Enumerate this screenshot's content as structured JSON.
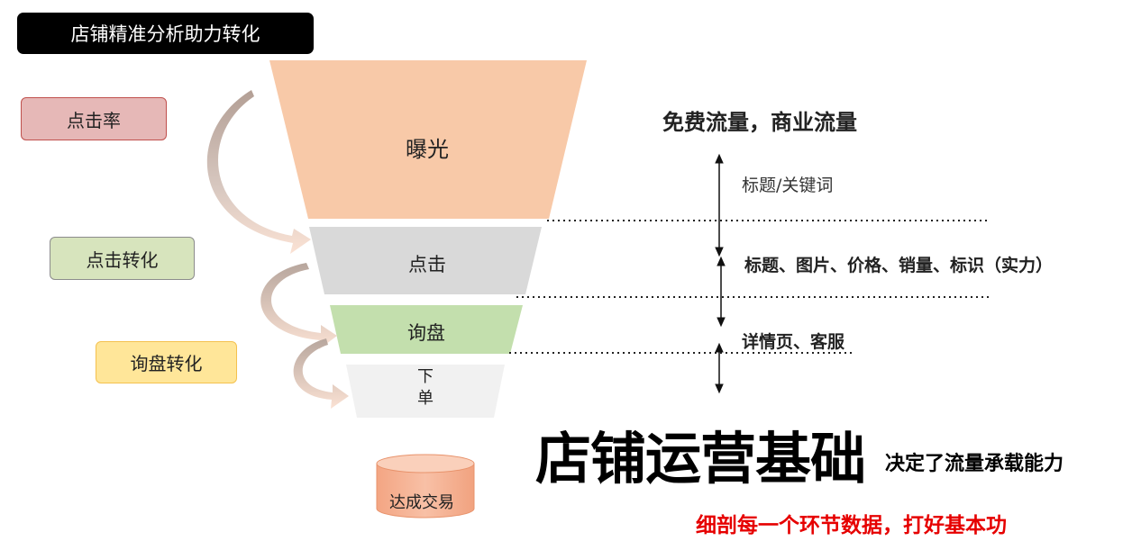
{
  "title": "店铺精准分析助力转化",
  "stages": {
    "click_rate": "点击率",
    "click_conversion": "点击转化",
    "inquiry_conversion": "询盘转化"
  },
  "funnel": {
    "exposure": "曝光",
    "click": "点击",
    "inquiry": "询盘",
    "order_line1": "下",
    "order_line2": "单"
  },
  "deal": "达成交易",
  "notes": {
    "traffic": "免费流量，商业流量",
    "exposure_factor": "标题/关键词",
    "click_factors": "标题、图片、价格、销量、标识（实力）",
    "inquiry_factors": "详情页、客服"
  },
  "foundation": {
    "big": "店铺运营基础",
    "small": "决定了流量承载能力"
  },
  "slogan": "细剖每一个环节数据，打好基本功",
  "colors": {
    "title_bg": "#000000",
    "exposure": "#f8c9a8",
    "click": "#d9d9d9",
    "inquiry": "#c3dfad",
    "order": "#f1f1f1",
    "deal": "#f6b59b",
    "slogan": "#e60000"
  }
}
